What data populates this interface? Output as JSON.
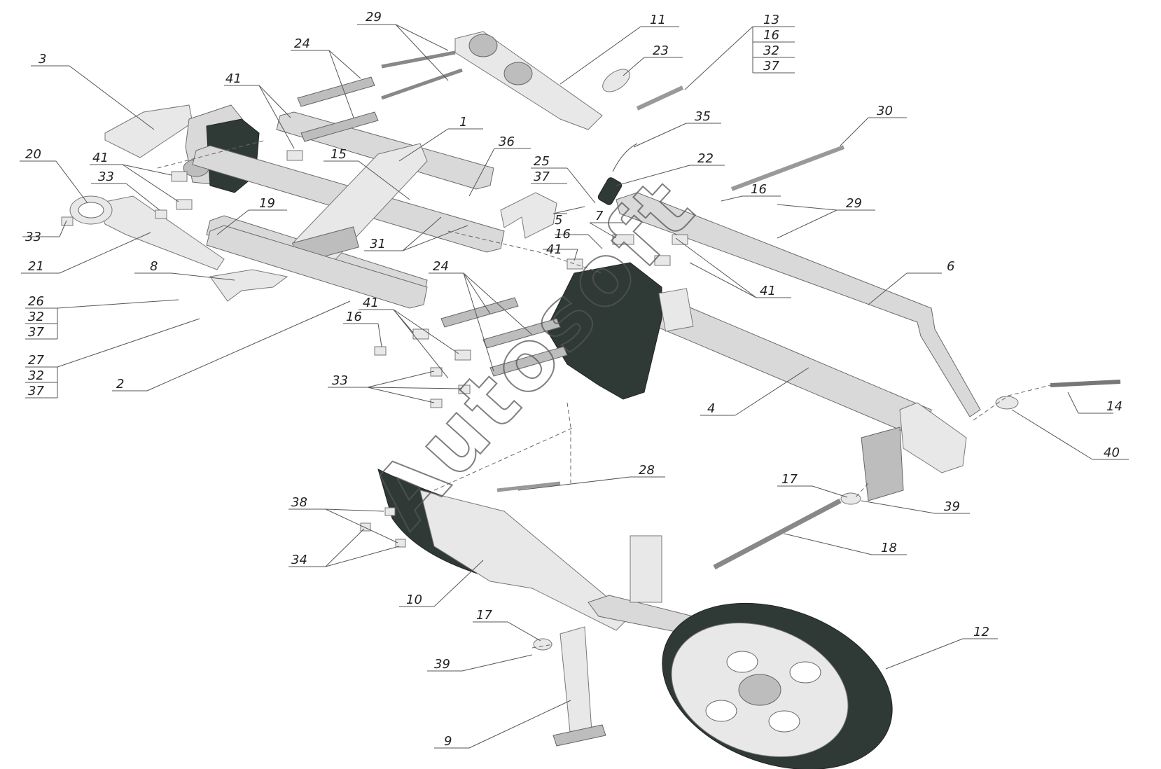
{
  "watermark": "Autosoft",
  "callouts": [
    {
      "id": "29a",
      "text": "29"
    },
    {
      "id": "11",
      "text": "11"
    },
    {
      "id": "13g1",
      "text": "13"
    },
    {
      "id": "13g2",
      "text": "16"
    },
    {
      "id": "13g3",
      "text": "32"
    },
    {
      "id": "13g4",
      "text": "37"
    },
    {
      "id": "24a",
      "text": "24"
    },
    {
      "id": "23",
      "text": "23"
    },
    {
      "id": "3",
      "text": "3"
    },
    {
      "id": "41a",
      "text": "41"
    },
    {
      "id": "1",
      "text": "1"
    },
    {
      "id": "35",
      "text": "35"
    },
    {
      "id": "30",
      "text": "30"
    },
    {
      "id": "20",
      "text": "20"
    },
    {
      "id": "41b",
      "text": "41"
    },
    {
      "id": "15",
      "text": "15"
    },
    {
      "id": "36",
      "text": "36"
    },
    {
      "id": "25g1",
      "text": "25"
    },
    {
      "id": "25g2",
      "text": "37"
    },
    {
      "id": "22",
      "text": "22"
    },
    {
      "id": "33a",
      "text": "33"
    },
    {
      "id": "16a",
      "text": "16"
    },
    {
      "id": "19",
      "text": "19"
    },
    {
      "id": "5",
      "text": "5"
    },
    {
      "id": "29b",
      "text": "29"
    },
    {
      "id": "33b",
      "text": "33"
    },
    {
      "id": "31",
      "text": "31"
    },
    {
      "id": "7",
      "text": "7"
    },
    {
      "id": "16b",
      "text": "16"
    },
    {
      "id": "21",
      "text": "21"
    },
    {
      "id": "41c",
      "text": "41"
    },
    {
      "id": "6",
      "text": "6"
    },
    {
      "id": "8",
      "text": "8"
    },
    {
      "id": "24b",
      "text": "24"
    },
    {
      "id": "41d",
      "text": "41"
    },
    {
      "id": "26g1",
      "text": "26"
    },
    {
      "id": "26g2",
      "text": "32"
    },
    {
      "id": "26g3",
      "text": "37"
    },
    {
      "id": "41e",
      "text": "41"
    },
    {
      "id": "16c",
      "text": "16"
    },
    {
      "id": "27g1",
      "text": "27"
    },
    {
      "id": "27g2",
      "text": "32"
    },
    {
      "id": "27g3",
      "text": "37"
    },
    {
      "id": "33c",
      "text": "33"
    },
    {
      "id": "14",
      "text": "14"
    },
    {
      "id": "2",
      "text": "2"
    },
    {
      "id": "4",
      "text": "4"
    },
    {
      "id": "40",
      "text": "40"
    },
    {
      "id": "28",
      "text": "28"
    },
    {
      "id": "17a",
      "text": "17"
    },
    {
      "id": "38",
      "text": "38"
    },
    {
      "id": "39a",
      "text": "39"
    },
    {
      "id": "18",
      "text": "18"
    },
    {
      "id": "34",
      "text": "34"
    },
    {
      "id": "10",
      "text": "10"
    },
    {
      "id": "17b",
      "text": "17"
    },
    {
      "id": "12",
      "text": "12"
    },
    {
      "id": "39b",
      "text": "39"
    },
    {
      "id": "9",
      "text": "9"
    }
  ]
}
